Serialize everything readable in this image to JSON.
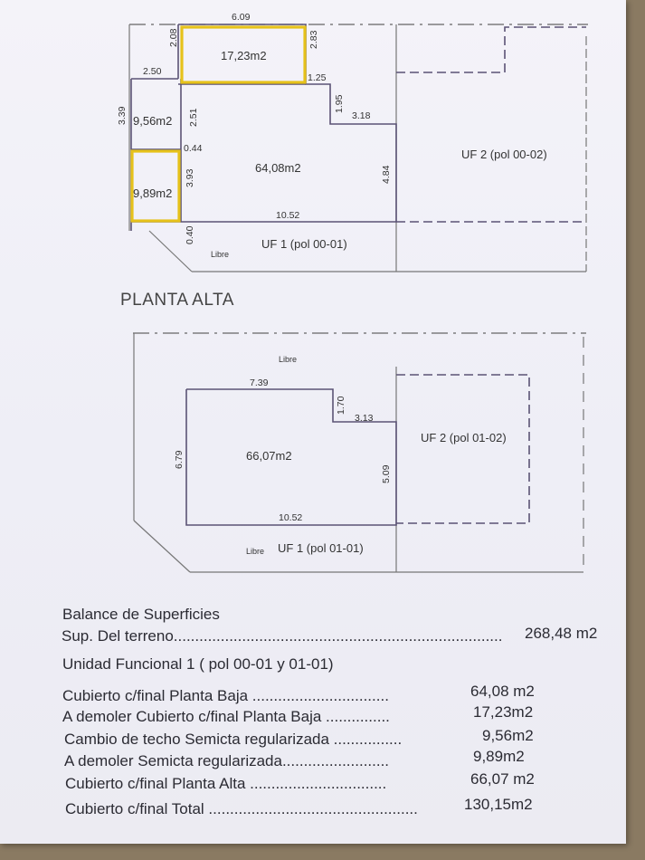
{
  "headings": {
    "planta_alta": "PLANTA ALTA"
  },
  "pb": {
    "areas": {
      "a1723": "17,23m2",
      "a956": "9,56m2",
      "a6408": "64,08m2",
      "a989": "9,89m2"
    },
    "dims": {
      "d609": "6.09",
      "d208": "2.08",
      "d283": "2.83",
      "d250": "2.50",
      "d125": "1.25",
      "d339": "3.39",
      "d251": "2.51",
      "d195": "1.95",
      "d318": "3.18",
      "d044": "0.44",
      "d393": "3.93",
      "d484": "4.84",
      "d1052": "10.52",
      "d040": "0.40"
    },
    "uf1_label": "UF 1 (pol 00-01)",
    "uf2_label": "UF 2 (pol 00-02)",
    "libre": "Libre"
  },
  "pa": {
    "areas": {
      "a6607": "66,07m2"
    },
    "dims": {
      "d739": "7.39",
      "d170": "1.70",
      "d313": "3.13",
      "d679": "6.79",
      "d509": "5.09",
      "d1052": "10.52"
    },
    "uf1_label": "UF 1 (pol 01-01)",
    "uf2_label": "UF 2 (pol 01-02)",
    "libre_top": "Libre",
    "libre_bottom": "Libre"
  },
  "balance": {
    "title": "Balance de Superficies",
    "terreno": {
      "label": "Sup. Del terreno.............................................................................",
      "value": "268,48 m2"
    },
    "uf1_heading": "Unidad Funcional 1 ( pol 00-01 y 01-01)",
    "rows": [
      {
        "label": "Cubierto c/final Planta Baja ................................",
        "value": "64,08 m2"
      },
      {
        "label": "A demoler Cubierto c/final Planta Baja ...............",
        "value": "17,23m2"
      },
      {
        "label": "Cambio de techo Semicta regularizada ................",
        "value": "9,56m2"
      },
      {
        "label": "A demoler Semicta  regularizada.........................",
        "value": "9,89m2"
      },
      {
        "label": "Cubierto c/final Planta Alta ................................",
        "value": "66,07 m2"
      },
      {
        "label": "Cubierto c/final Total .................................................",
        "value": "130,15m2"
      }
    ]
  }
}
